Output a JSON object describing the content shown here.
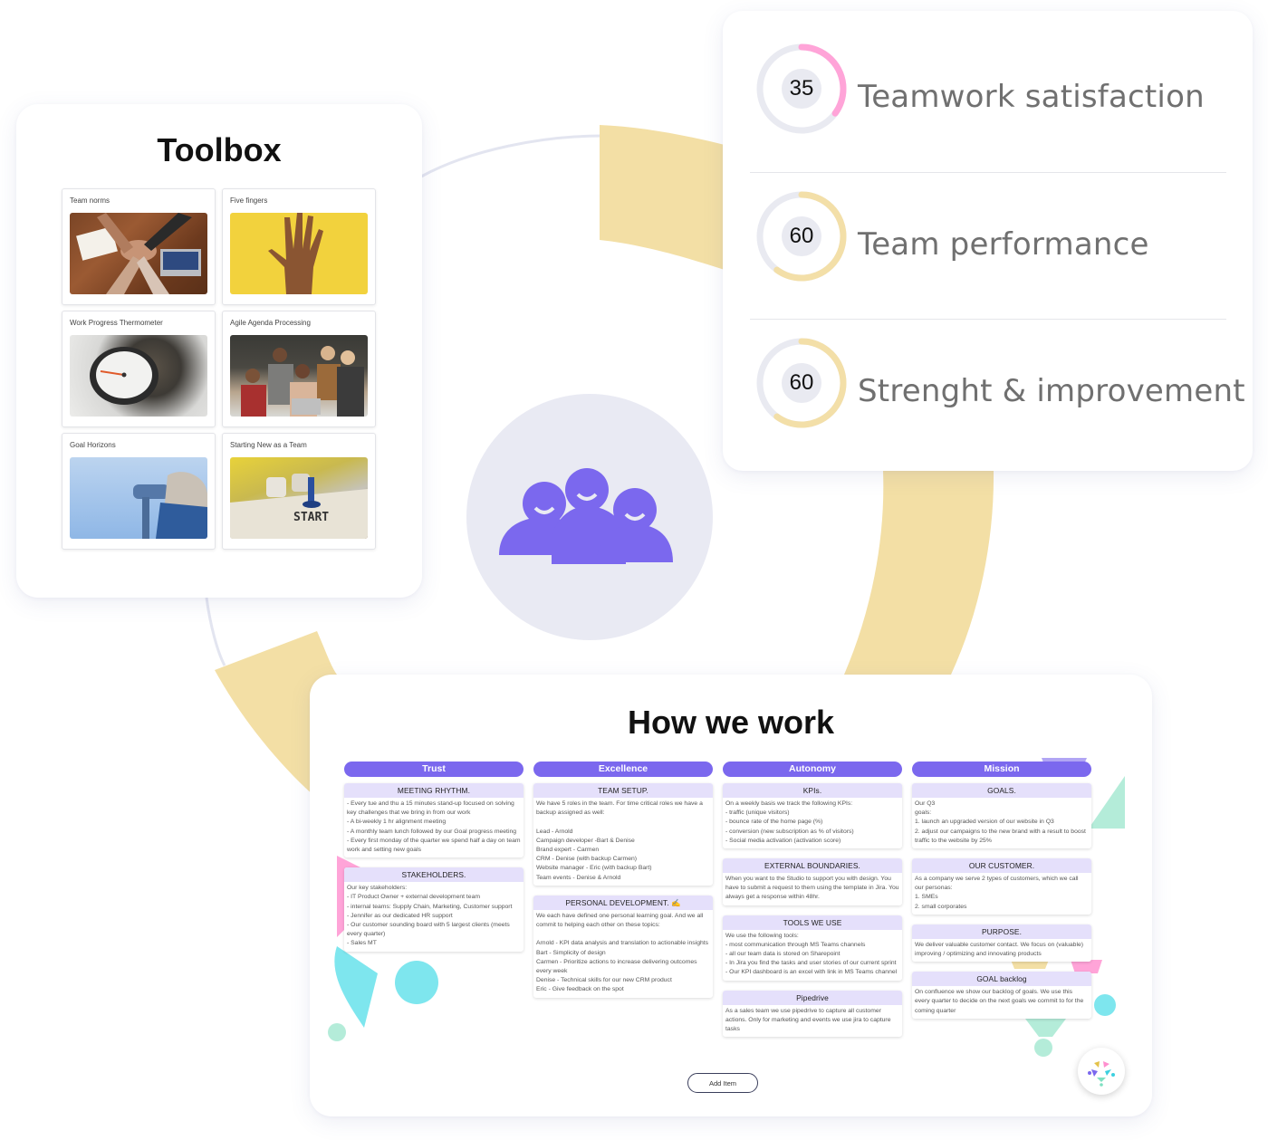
{
  "toolbox": {
    "title": "Toolbox",
    "items": [
      {
        "label": "Team norms",
        "image": "team-norms-photo"
      },
      {
        "label": "Five fingers",
        "image": "five-fingers-photo"
      },
      {
        "label": "Work Progress Thermometer",
        "image": "thermometer-photo"
      },
      {
        "label": "Agile Agenda Processing",
        "image": "agile-team-photo"
      },
      {
        "label": "Goal Horizons",
        "image": "binoculars-photo"
      },
      {
        "label": "Starting New as a Team",
        "image": "board-game-start-photo"
      }
    ]
  },
  "metrics": {
    "items": [
      {
        "value": "35",
        "label": "Teamwork satisfaction",
        "percent": 35,
        "color": "#ffa4d8"
      },
      {
        "value": "60",
        "label": "Team performance",
        "percent": 60,
        "color": "#f3dfa8"
      },
      {
        "value": "60",
        "label": "Strenght & improvement",
        "percent": 60,
        "color": "#f3dfa8"
      }
    ],
    "track_color": "#e9eaf1",
    "inner_color": "#e9eaf1"
  },
  "center": {
    "icon": "team-people-icon",
    "icon_color": "#7b68ee",
    "circle_color": "#e9eaf3"
  },
  "board": {
    "title": "How we work",
    "add_item_label": "Add Item",
    "columns": [
      {
        "header": "Trust",
        "notes": [
          {
            "title": "MEETING RHYTHM.",
            "body": "- Every tue and thu a 15 minutes stand-up focused on solving key challenges that we bring in from our work\n- A bi-weekly 1 hr alignment meeting\n- A monthly team lunch followed by our Goal progress meeting\n- Every first monday of the quarter we spend half a day on team work and setting new goals"
          },
          {
            "title": "STAKEHOLDERS.",
            "body": "Our key stakeholders:\n- IT Product Owner + external development team\n- internal teams: Supply Chain, Marketing, Customer support\n- Jennifer as our dedicated HR support\n- Our customer sounding board with 5 largest clients (meets every quarter)\n- Sales MT"
          }
        ]
      },
      {
        "header": "Excellence",
        "notes": [
          {
            "title": "TEAM SETUP.",
            "body": "We have 5 roles in the team. For time critical roles we have a backup assigned as well:\n\nLead - Arnold\nCampaign developer -Bart & Denise\nBrand expert - Carmen\nCRM - Denise (with backup Carmen)\nWebsite manager - Eric (with backup Bart)\nTeam events - Denise & Arnold"
          },
          {
            "title": "PERSONAL DEVELOPMENT. ✍",
            "body": "We each have defined one personal learning goal. And we all commit to helping each other on these topics:\n\nArnold - KPI data analysis and translation to actionable insights\nBart - Simplicity of design\nCarmen - Prioritize actions to increase delivering outcomes every week\nDenise - Technical skills for our new CRM product\nEric - Give feedback on the spot"
          }
        ]
      },
      {
        "header": "Autonomy",
        "notes": [
          {
            "title": "KPIs.",
            "body": "On a weekly basis we track the following KPIs:\n- traffic (unique visitors)\n- bounce rate of the home page (%)\n- conversion (new subscription as % of visitors)\n- Social media activation (activation score)"
          },
          {
            "title": "EXTERNAL BOUNDARIES.",
            "body": "When you want to the Studio to support you with design. You have to submit a request to them using the template in Jira. You always get a response within 48hr."
          },
          {
            "title": "TOOLS WE USE",
            "body": "We use the following tools:\n- most communication through MS Teams channels\n- all our team data is stored on Sharepoint\n- In Jira you find the tasks and user stories of our current sprint\n- Our KPI dashboard is an excel with link in MS Teams channel"
          },
          {
            "title": "Pipedrive",
            "body": "As a sales team we use pipedrive to capture all customer actions. Only for marketing and events we use jira to capture tasks"
          }
        ]
      },
      {
        "header": "Mission",
        "notes": [
          {
            "title": "GOALS.",
            "body": "Our Q3\ngoals:\n1. launch an upgraded version of our website in Q3\n2. adjust our campaigns to the new brand with a result to boost traffic to the website by 25%"
          },
          {
            "title": "OUR CUSTOMER.",
            "body": "As a company we serve 2 types of customers, which we call our personas:\n1. SMEs\n2. small corporates"
          },
          {
            "title": "PURPOSE.",
            "body": "We deliver valuable customer contact. We focus on (valuable) improving / optimizing and innovating products"
          },
          {
            "title": "GOAL backlog",
            "body": "On confluence we show our backlog of goals. We use this every quarter to decide on the next goals we commit to for the coming quarter"
          }
        ]
      }
    ]
  },
  "colors": {
    "accent_purple": "#7b68ee",
    "note_header": "#e5e0fb",
    "decor_yellow": "#f3dfa5",
    "decor_pink": "#ffa4d8",
    "decor_cyan": "#7ee6ee",
    "decor_mint": "#b4ecd9"
  }
}
